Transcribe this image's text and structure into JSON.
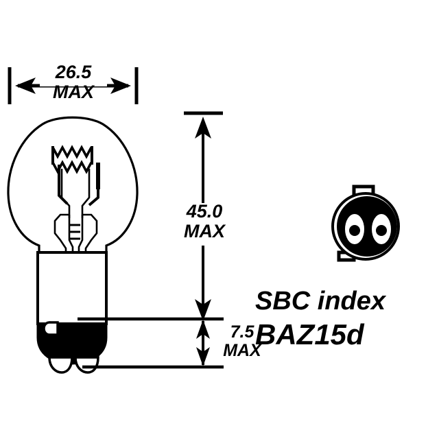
{
  "drawing": {
    "title": "SBC index BAZ15d bulb outline drawing",
    "line_color": "#000000",
    "fill_color": "#000000",
    "background_color": "#ffffff"
  },
  "dimensions": {
    "width": {
      "value": "26.5",
      "qualifier": "MAX",
      "orientation": "horizontal"
    },
    "overall_height": {
      "value": "45.0",
      "qualifier": "MAX",
      "orientation": "vertical"
    },
    "cap_height": {
      "value": "7.5",
      "qualifier": "MAX",
      "orientation": "vertical"
    }
  },
  "index_caption": {
    "line1": "SBC index",
    "line2": "BAZ15d"
  },
  "components": {
    "bulb": "bulb-glass-envelope",
    "filament": "filament-coils",
    "stem": "glass-stem",
    "cap": "bayonet-cap",
    "contacts": "cap-contacts",
    "index_view": "cap-index-end-view"
  }
}
